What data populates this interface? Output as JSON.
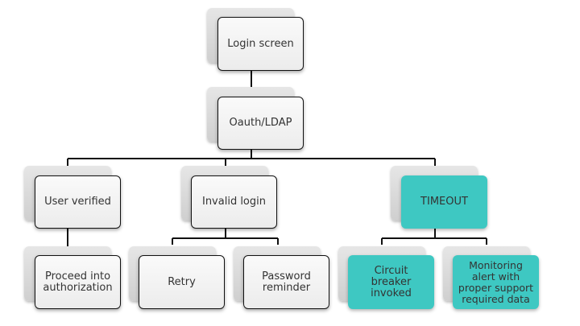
{
  "diagram": {
    "colors": {
      "connector": "#111111",
      "node_default": "#f2f2f2",
      "node_highlight": "#3ec8c2",
      "node_border": "#111111",
      "text": "#333333"
    },
    "nodes": {
      "login_screen": "Login screen",
      "oauth_ldap": "Oauth/LDAP",
      "user_verified": "User verified",
      "invalid_login": "Invalid login",
      "timeout": "TIMEOUT",
      "proceed_authorization": "Proceed into\nauthorization",
      "retry": "Retry",
      "password_reminder": "Password\nreminder",
      "circuit_breaker": "Circuit breaker\ninvoked",
      "monitoring_alert": "Monitoring\nalert with\nproper support\nrequired data"
    },
    "edges": [
      [
        "login_screen",
        "oauth_ldap"
      ],
      [
        "oauth_ldap",
        "user_verified"
      ],
      [
        "oauth_ldap",
        "invalid_login"
      ],
      [
        "oauth_ldap",
        "timeout"
      ],
      [
        "user_verified",
        "proceed_authorization"
      ],
      [
        "invalid_login",
        "retry"
      ],
      [
        "invalid_login",
        "password_reminder"
      ],
      [
        "timeout",
        "circuit_breaker"
      ],
      [
        "timeout",
        "monitoring_alert"
      ]
    ]
  }
}
